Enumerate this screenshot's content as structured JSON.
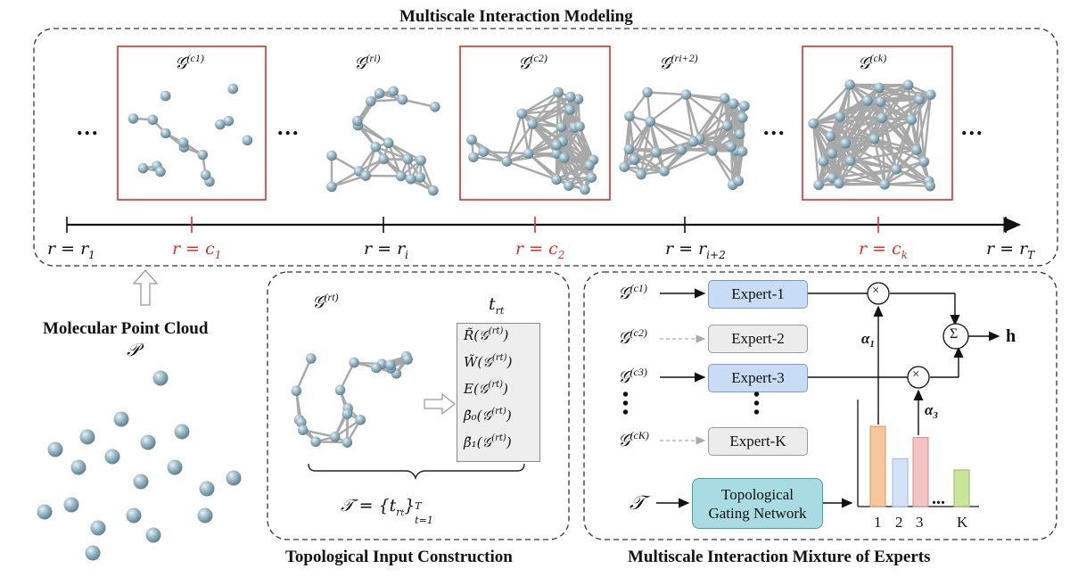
{
  "titles": {
    "top": "Multiscale Interaction Modeling",
    "left": "Molecular Point Cloud",
    "left_symbol": "𝒫",
    "middle": "Topological  Input Construction",
    "right": "Multiscale Interaction Mixture of Experts"
  },
  "graphs": {
    "g1": "c1",
    "g2": "ri",
    "g3": "c2",
    "g4": "ri+2",
    "g5": "ck",
    "graph_symbol": "𝒢"
  },
  "axis": {
    "ticks": [
      {
        "label": "r = r",
        "sub": "1",
        "highlight": false
      },
      {
        "label": "r = c",
        "sub": "1",
        "highlight": true
      },
      {
        "label": "r = r",
        "sub": "i",
        "highlight": false
      },
      {
        "label": "r = c",
        "sub": "2",
        "highlight": true
      },
      {
        "label": "r = r",
        "sub": "i+2",
        "highlight": false
      },
      {
        "label": "r = c",
        "sub": "k",
        "highlight": true
      },
      {
        "label": "r = r",
        "sub": "T",
        "highlight": false
      }
    ]
  },
  "topo": {
    "graph_sup": "rt",
    "t_label": "t",
    "t_sub": "rt",
    "features": [
      "R̃(𝒢",
      "W̃(𝒢",
      "E(𝒢",
      "β̃₀(𝒢",
      "β̃₁(𝒢"
    ],
    "set_label": "𝒯 = {t",
    "set_range": "}",
    "set_sup": "T",
    "set_sub": "t=1"
  },
  "moe": {
    "experts": [
      "Expert-1",
      "Expert-2",
      "Expert-3",
      "Expert-K"
    ],
    "inputs": [
      "c1",
      "c2",
      "c3",
      "cK"
    ],
    "gate_line1": "Topological",
    "gate_line2": "Gating Network",
    "input_T": "𝒯",
    "alpha1": "α",
    "alpha1_sub": "1",
    "alpha3": "α",
    "alpha3_sub": "3",
    "output": "h",
    "bar_labels": [
      "1",
      "2",
      "3",
      "K"
    ],
    "bar_ellipsis": "...",
    "times": "×",
    "sum": "Σ"
  },
  "colors": {
    "highlight_red": "#d9312a",
    "bar1": "#f6c79a",
    "bar2": "#d3e2f7",
    "bar3": "#f4c4c4",
    "barK": "#c7e69a",
    "atom": "#8fb1c0"
  },
  "chart_data": {
    "type": "bar",
    "categories": [
      "1",
      "2",
      "3",
      "...",
      "K"
    ],
    "values": [
      0.57,
      0.34,
      0.49,
      0,
      0.26
    ],
    "title": "",
    "xlabel": "",
    "ylabel": ""
  }
}
